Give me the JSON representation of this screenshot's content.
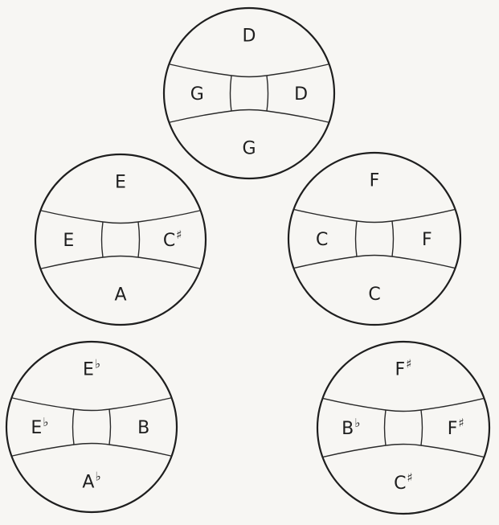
{
  "drums": [
    {
      "id": "d-g",
      "top": "D",
      "left": "G",
      "right": "D",
      "bottom": "G"
    },
    {
      "id": "e-a",
      "top": "E",
      "left": "E",
      "right": "C#",
      "bottom": "A"
    },
    {
      "id": "f-c",
      "top": "F",
      "left": "C",
      "right": "F",
      "bottom": "C"
    },
    {
      "id": "eb-ab",
      "top": "Eb",
      "left": "Eb",
      "right": "B",
      "bottom": "Ab"
    },
    {
      "id": "fs-cs",
      "top": "F#",
      "left": "Bb",
      "right": "F#",
      "bottom": "C#"
    }
  ],
  "colors": {
    "ink": "#1e1e1e",
    "paper": "#f7f6f3"
  }
}
